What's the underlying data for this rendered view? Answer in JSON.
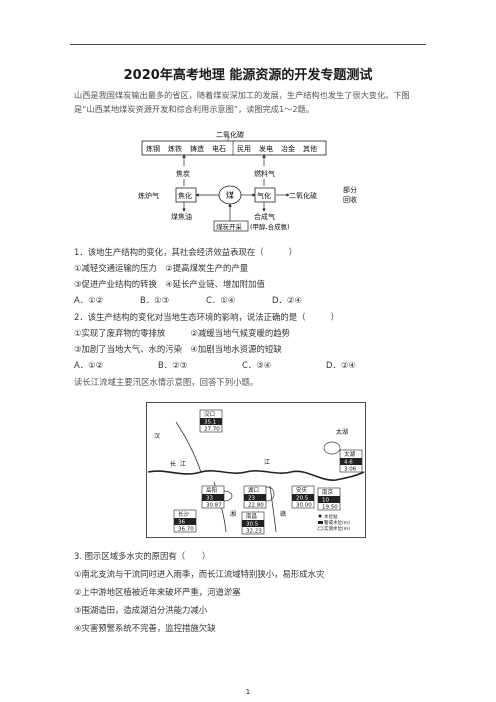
{
  "title": "2020年高考地理 能源资源的开发专题测试",
  "intro1": "山西是我国煤炭输出最多的省区，随着煤炭深加工的发展，生产结构也发生了很大变化。下图是“山西某地煤炭资源开发和综合利用示意图”，读图完成1～2题。",
  "diagram": {
    "top_label": "二氧化碳",
    "top_items": [
      "炼钢",
      "炼铁",
      "铸造",
      "电石",
      "民用",
      "发电",
      "冶金",
      "其他"
    ],
    "jiaotan": "焦炭",
    "ranliaoqi": "燃料气",
    "shenglu": "炼炉气",
    "jiaohua": "焦化",
    "mei": "煤",
    "qihua": "气化",
    "eryanghualiu": "二氧化硫",
    "bufen": "部分",
    "huishou": "回收",
    "meijiaoyou": "煤焦油",
    "hechengqi": "合成气",
    "hechengqi_sub": "(甲醇,合成氨)",
    "meitan": "煤炭开采"
  },
  "q1": "1．该地生产结构的变化，其社会经济效益表现在（　　　）",
  "q1_opt1": "①减轻交通运输的压力　②提高煤炭生产的产量",
  "q1_opt2": "③促进产业结构的转换　④延长产业链、增加附加值",
  "q1_choices": [
    "A．①②",
    "B．①③",
    "C．①④",
    "D．②④"
  ],
  "q2": "2．该生产结构的变化对当地生态环境的影响，说法正确的是（　　　）",
  "q2_opt1": "①实现了废弃物的零排放　　　②减缓当地气候变暖的趋势",
  "q2_opt2": "③加剧了当地大气、水的污染　④加剧当地水资源的短缺",
  "q2_choices": [
    "A．①②",
    "B．②③",
    "C．③④",
    "D．②④"
  ],
  "intro2": "读长江流域主要汛区水情示意图，回答下列小题。",
  "map": {
    "labels": [
      "汉",
      "长",
      "江",
      "江",
      "太湖",
      "湘",
      "赣"
    ],
    "boxes": [
      {
        "name": "汉口",
        "a": "35.1",
        "b": "27.70"
      },
      {
        "name": "岳阳",
        "a": "33",
        "b": "30.87"
      },
      {
        "name": "湖口",
        "a": "23",
        "b": "22.80"
      },
      {
        "name": "安庆",
        "a": "20.5",
        "b": "30.00"
      },
      {
        "name": "太湖",
        "a": "4.6",
        "b": "3.06"
      },
      {
        "name": "南京",
        "a": "10",
        "b": "19.50"
      },
      {
        "name": "长沙",
        "a": "36",
        "b": "36.70"
      },
      {
        "name": "南昌",
        "a": "30.5",
        "b": "32.23"
      }
    ],
    "legend": [
      "水位站",
      "警戒水位(m)",
      "实测水位(m)"
    ]
  },
  "q3": "3. 图示区域多水灾的原因有（　　）",
  "q3_opt1": "①南北支流与干流同时进入雨季，而长江流域特别狭小，易形成水灾",
  "q3_opt2": "②上中游地区植被近年来破坏严重，河道淤塞",
  "q3_opt3": "③围湖造田，造成湖泊分洪能力减小",
  "q3_opt4": "④灾害预警系统不完善，监控措施欠缺",
  "page": "1"
}
